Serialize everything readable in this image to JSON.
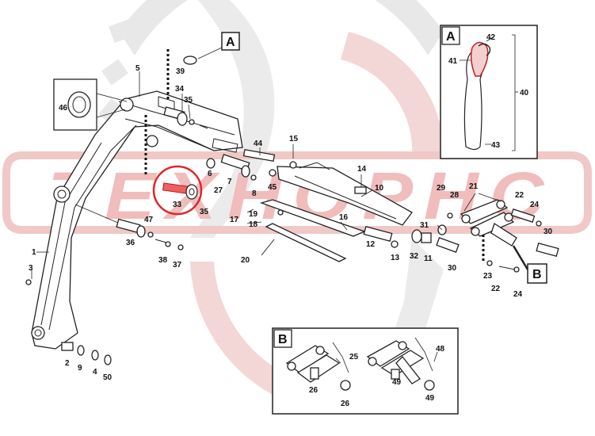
{
  "watermark": {
    "text": "TEXHOPHC",
    "color": "#e8a0a0"
  },
  "highlight": {
    "color": "#e0262a",
    "part": "33"
  },
  "detail_boxes": {
    "a_top": "A",
    "a_inset": "A",
    "b_pointer": "B",
    "b_inset": "B"
  },
  "callouts": {
    "c1": "1",
    "c2": "2",
    "c3": "3",
    "c4": "4",
    "c5": "5",
    "c6": "6",
    "c7": "7",
    "c8": "8",
    "c9": "9",
    "c10": "10",
    "c11": "11",
    "c12": "12",
    "c13": "13",
    "c14": "14",
    "c15": "15",
    "c16": "16",
    "c17": "17",
    "c18": "18",
    "c19": "19",
    "c20": "20",
    "c21": "21",
    "c22a": "22",
    "c22b": "22",
    "c23": "23",
    "c24a": "24",
    "c24b": "24",
    "c25": "25",
    "c26a": "26",
    "c26b": "26",
    "c27": "27",
    "c28": "28",
    "c29": "29",
    "c30a": "30",
    "c30b": "30",
    "c31": "31",
    "c32": "32",
    "c33": "33",
    "c34": "34",
    "c35a": "35",
    "c35b": "35",
    "c36": "36",
    "c37": "37",
    "c38": "38",
    "c39": "39",
    "c40": "40",
    "c41": "41",
    "c42": "42",
    "c43": "43",
    "c44": "44",
    "c45": "45",
    "c46": "46",
    "c47": "47",
    "c48": "48",
    "c49a": "49",
    "c49b": "49",
    "c50": "50"
  }
}
